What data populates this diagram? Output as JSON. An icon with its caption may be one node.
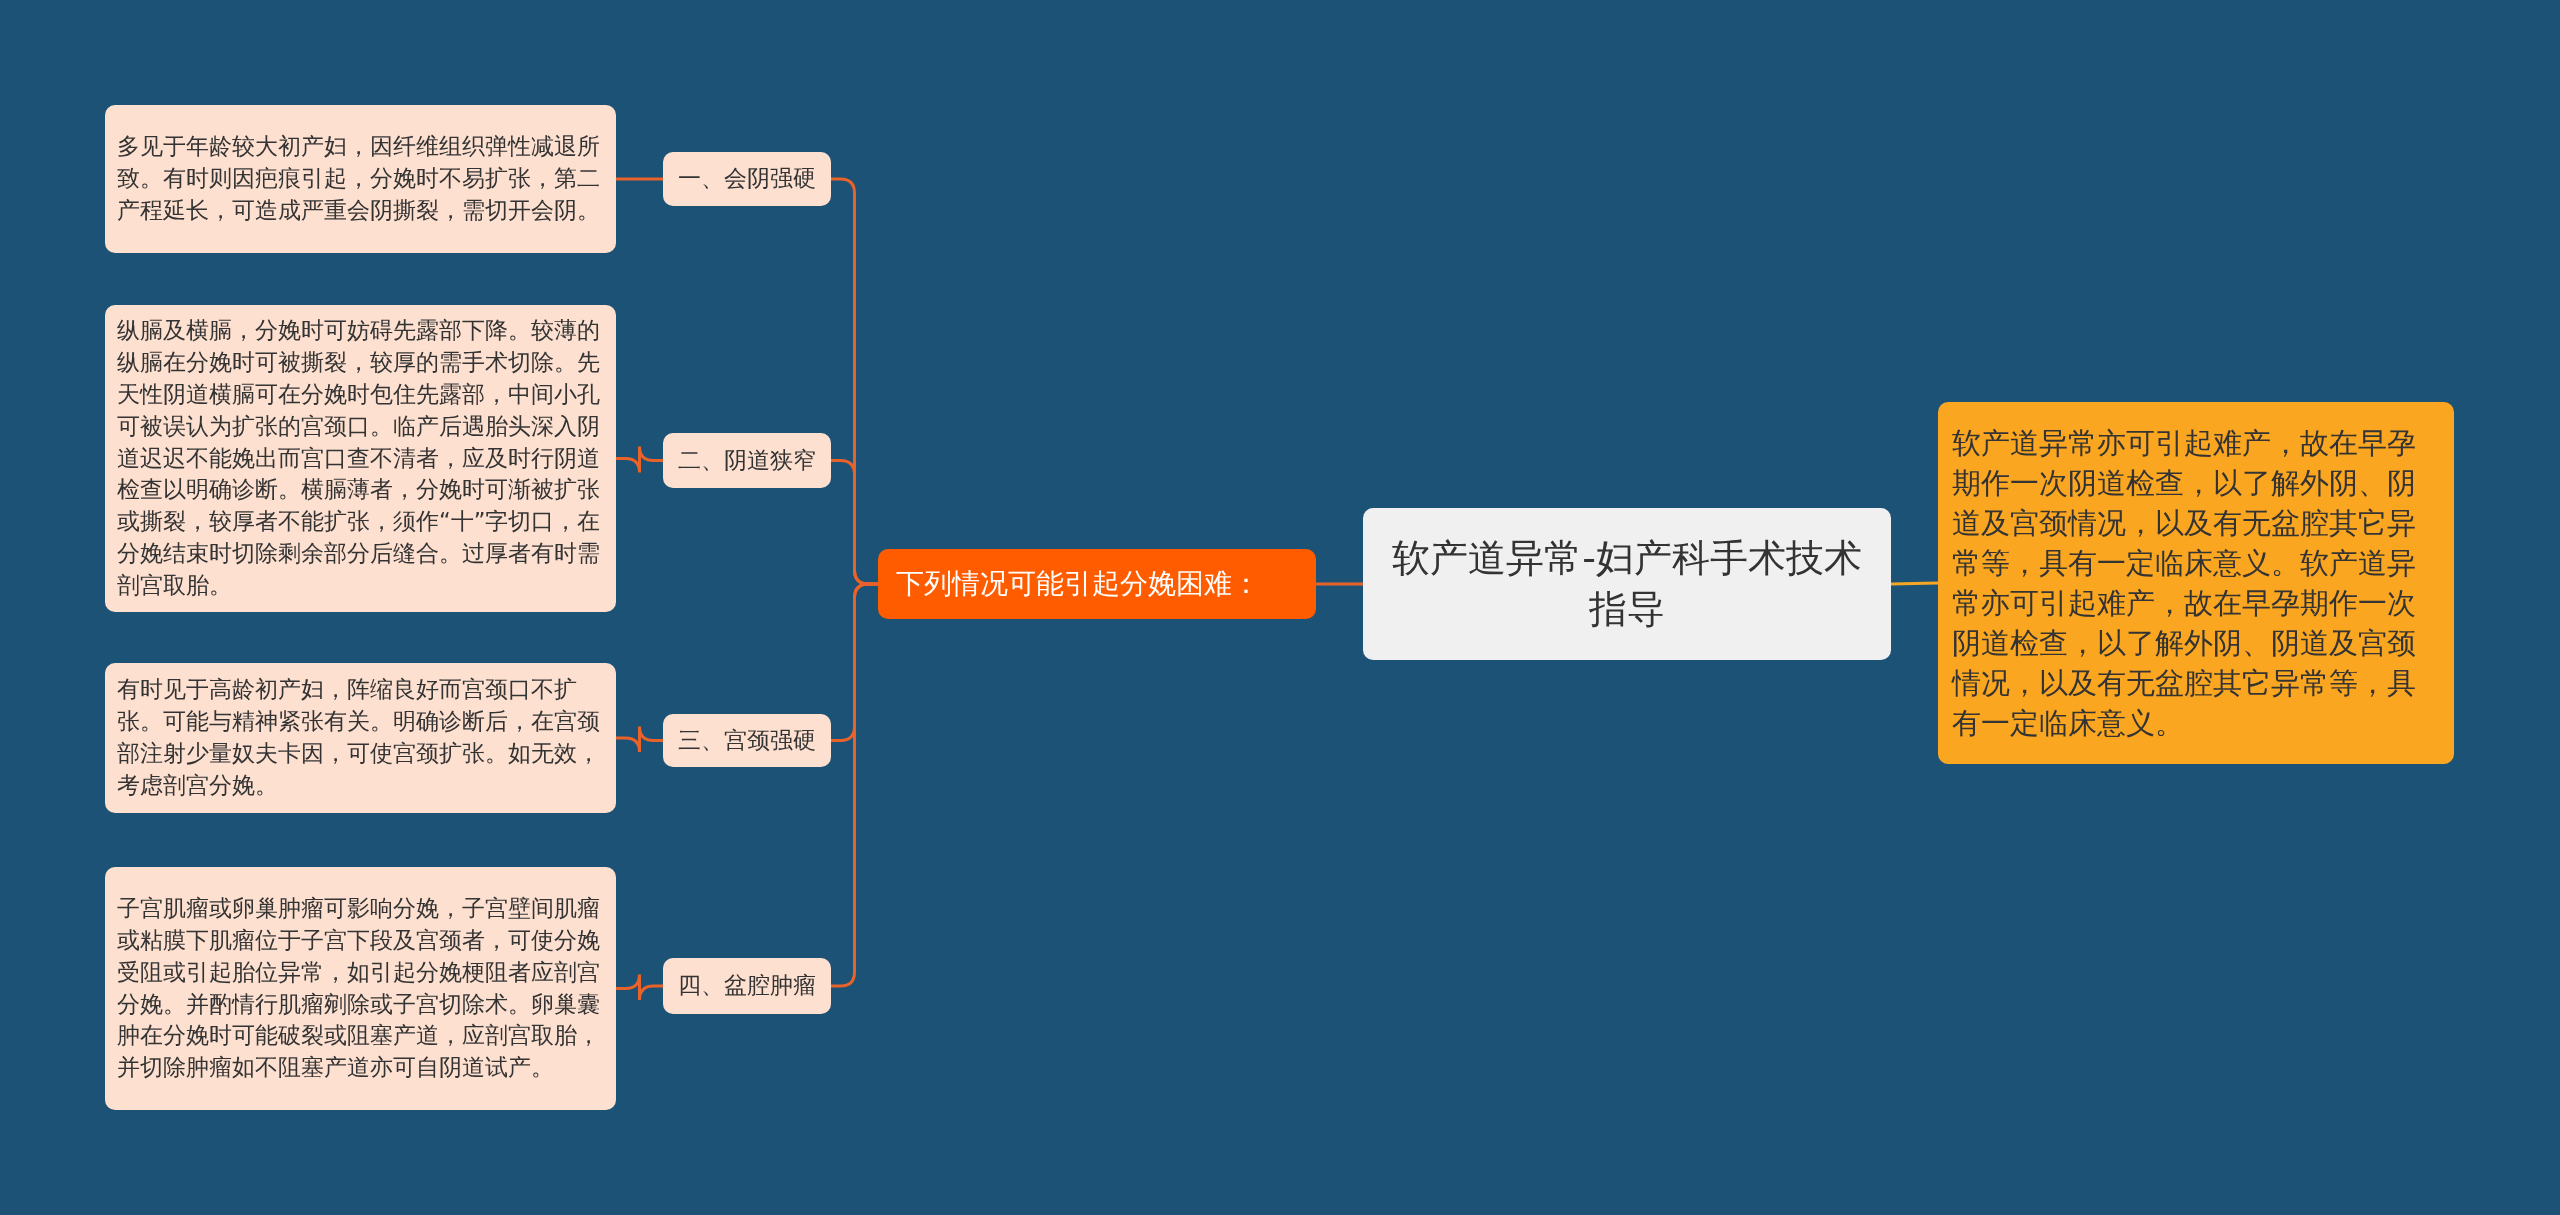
{
  "diagram": {
    "nodes": [
      {
        "text": [
          "软产道异常-妇产科手术技术指导"
        ]
      },
      {
        "text": [
          "下列情况可能引起分娩困难："
        ]
      },
      {
        "text": [
          "软产道异常亦可引起难产，故在早孕期作一次阴道检查，以了解外阴、阴道及宫颈情况，以及有无盆腔其它异常等，具有一定临床意义。软产道异常亦可引起难产，故在早孕期作一次阴道检查，以了解外阴、阴道及宫颈情况，以及有无盆腔其它异常等，具有一定临床意义。"
        ]
      },
      {
        "text": [
          "一、会阴强硬"
        ]
      },
      {
        "text": [
          "多见于年龄较大初产妇，因纤维组织弹性减退所致。有时则因疤痕引起，分娩时不易扩张，第二产程延长，可造成严重会阴撕裂，需切开会阴。"
        ]
      },
      {
        "text": [
          "二、阴道狭窄"
        ]
      },
      {
        "text": [
          "纵膈及横膈，分娩时可妨碍先露部下降。较薄的纵膈在分娩时可被撕裂，较厚的需手术切除。先天性阴道横膈可在分娩时包住先露部，中间小孔可被误认为扩张的宫颈口。临产后遇胎头深入阴道迟迟不能娩出而宫口查不清者，应及时行阴道检查以明确诊断。横膈薄者，分娩时可渐被扩张或撕裂，较厚者不能扩张，须作“十”字切口，在分娩结束时切除剩余部分后缝合。过厚者有时需剖宫取胎。"
        ]
      },
      {
        "text": [
          "三、宫颈强硬"
        ]
      },
      {
        "text": [
          "有时见于高龄初产妇，阵缩良好而宫颈口不扩张。可能与精神紧张有关。明确诊断后，在宫颈部注射少量奴夫卡因，可使宫颈扩张。如无效，考虑剖宫分娩。"
        ]
      },
      {
        "text": [
          "四、盆腔肿瘤"
        ]
      },
      {
        "text": [
          "子宫肌瘤或卵巢肿瘤可影响分娩，子宫壁间肌瘤或粘膜下肌瘤位于子宫下段及宫颈者，可使分娩受阻或引起胎位异常，如引起分娩梗阻者应剖宫分娩。并酌情行肌瘤剜除或子宫切除术。卵巢囊肿在分娩时可能破裂或阻塞产道，应剖宫取胎，并切除肿瘤如不阻塞产道亦可自阴道试产。"
        ]
      }
    ],
    "edges": [
      {
        "from": 0,
        "to": 1,
        "arrow": "none"
      },
      {
        "from": 0,
        "to": 2,
        "arrow": "none",
        "color": "#f5a623"
      },
      {
        "from": 1,
        "to": 3,
        "arrow": "none"
      },
      {
        "from": 1,
        "to": 5,
        "arrow": "none"
      },
      {
        "from": 1,
        "to": 7,
        "arrow": "none"
      },
      {
        "from": 1,
        "to": 9,
        "arrow": "none"
      },
      {
        "from": 3,
        "to": 4,
        "arrow": "none"
      },
      {
        "from": 5,
        "to": 6,
        "arrow": "none"
      },
      {
        "from": 7,
        "to": 8,
        "arrow": "none"
      },
      {
        "from": 9,
        "to": 10,
        "arrow": "none"
      }
    ]
  }
}
